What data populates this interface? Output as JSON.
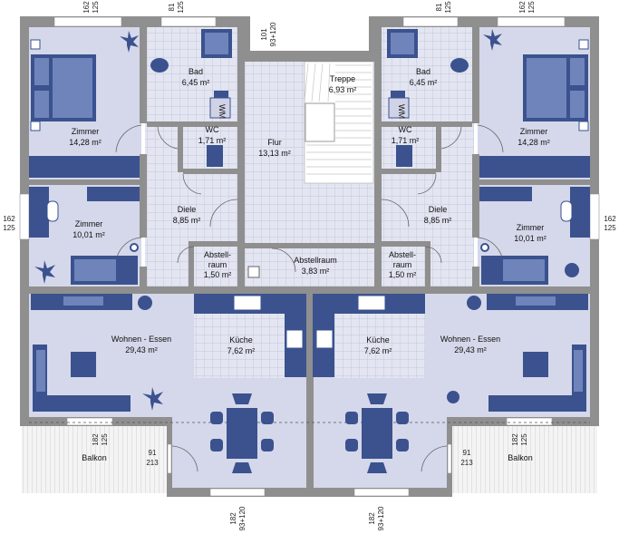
{
  "rooms": {
    "zimmer_tl": {
      "name": "Zimmer",
      "area": "14,28 m²"
    },
    "zimmer_tr": {
      "name": "Zimmer",
      "area": "14,28 m²"
    },
    "zimmer_ml": {
      "name": "Zimmer",
      "area": "10,01 m²"
    },
    "zimmer_mr": {
      "name": "Zimmer",
      "area": "10,01 m²"
    },
    "bad_l": {
      "name": "Bad",
      "area": "6,45 m²"
    },
    "bad_r": {
      "name": "Bad",
      "area": "6,45 m²"
    },
    "wc_l": {
      "name": "WC",
      "area": "1,71 m²"
    },
    "wc_r": {
      "name": "WC",
      "area": "1,71 m²"
    },
    "diele_l": {
      "name": "Diele",
      "area": "8,85 m²"
    },
    "diele_r": {
      "name": "Diele",
      "area": "8,85 m²"
    },
    "abst_l": {
      "name1": "Abstell-",
      "name2": "raum",
      "area": "1,50 m²"
    },
    "abst_r": {
      "name1": "Abstell-",
      "name2": "raum",
      "area": "1,50 m²"
    },
    "flur": {
      "name": "Flur",
      "area": "13,13 m²"
    },
    "treppe": {
      "name": "Treppe",
      "area": "6,93 m²"
    },
    "abst_c": {
      "name": "Abstellraum",
      "area": "3,83 m²"
    },
    "kueche_l": {
      "name": "Küche",
      "area": "7,62 m²"
    },
    "kueche_r": {
      "name": "Küche",
      "area": "7,62 m²"
    },
    "wohnen_l": {
      "name": "Wohnen - Essen",
      "area": "29,43 m²"
    },
    "wohnen_r": {
      "name": "Wohnen - Essen",
      "area": "29,43 m²"
    },
    "balkon_l": {
      "name": "Balkon"
    },
    "balkon_r": {
      "name": "Balkon"
    }
  },
  "dimensions": {
    "top_l_a": {
      "a": "162",
      "b": "125"
    },
    "top_l_b": {
      "a": "81",
      "b": "125"
    },
    "top_c": {
      "a": "101",
      "b": "93+120"
    },
    "top_r_b": {
      "a": "81",
      "b": "125"
    },
    "top_r_a": {
      "a": "162",
      "b": "125"
    },
    "side_l": {
      "a": "162",
      "b": "125"
    },
    "side_r": {
      "a": "162",
      "b": "125"
    },
    "balk_l_w": {
      "a": "182",
      "b": "125"
    },
    "balk_r_w": {
      "a": "182",
      "b": "125"
    },
    "door_l": {
      "a": "91",
      "b": "213"
    },
    "door_r": {
      "a": "91",
      "b": "213"
    },
    "bottom_l": {
      "a": "182",
      "b": "93+120"
    },
    "bottom_r": {
      "a": "182",
      "b": "93+120"
    }
  },
  "fixtures": {
    "wm_l": "WM",
    "wm_r": "WM"
  },
  "colors": {
    "wall": "#8f8f8f",
    "floor": "#d5d8ea",
    "tile": "#e3e5f1",
    "grid": "#b7bcd8",
    "furniture": "#3b528f",
    "furniture_light": "#6f84ba",
    "balcony": "#f2f2f2"
  }
}
